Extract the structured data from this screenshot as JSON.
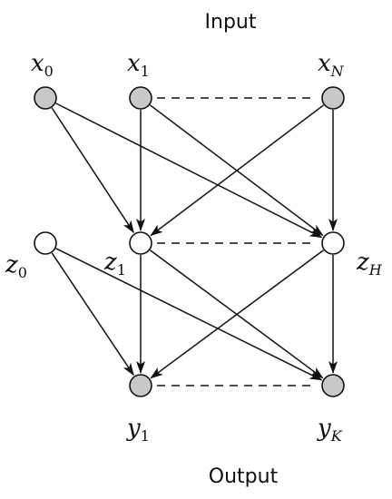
{
  "titles": {
    "input": "Input",
    "output": "Output"
  },
  "nodes": {
    "x0": {
      "base": "x",
      "sub": "0",
      "fill": "#c8c8c8"
    },
    "x1": {
      "base": "x",
      "sub": "1",
      "fill": "#c8c8c8"
    },
    "xN": {
      "base": "x",
      "sub": "N",
      "fill": "#c8c8c8"
    },
    "z0": {
      "base": "z",
      "sub": "0",
      "fill": "#ffffff"
    },
    "z1": {
      "base": "z",
      "sub": "1",
      "fill": "#ffffff"
    },
    "zH": {
      "base": "z",
      "sub": "H",
      "fill": "#ffffff"
    },
    "y1": {
      "base": "y",
      "sub": "1",
      "fill": "#c8c8c8"
    },
    "yK": {
      "base": "y",
      "sub": "K",
      "fill": "#c8c8c8"
    }
  },
  "edges": [
    [
      "x0",
      "z1"
    ],
    [
      "x0",
      "zH"
    ],
    [
      "x1",
      "z1"
    ],
    [
      "x1",
      "zH"
    ],
    [
      "xN",
      "z1"
    ],
    [
      "xN",
      "zH"
    ],
    [
      "z0",
      "y1"
    ],
    [
      "z0",
      "yK"
    ],
    [
      "z1",
      "y1"
    ],
    [
      "z1",
      "yK"
    ],
    [
      "zH",
      "y1"
    ],
    [
      "zH",
      "yK"
    ]
  ],
  "dashed_links": [
    [
      "x1",
      "xN"
    ],
    [
      "z1",
      "zH"
    ],
    [
      "y1",
      "yK"
    ]
  ]
}
